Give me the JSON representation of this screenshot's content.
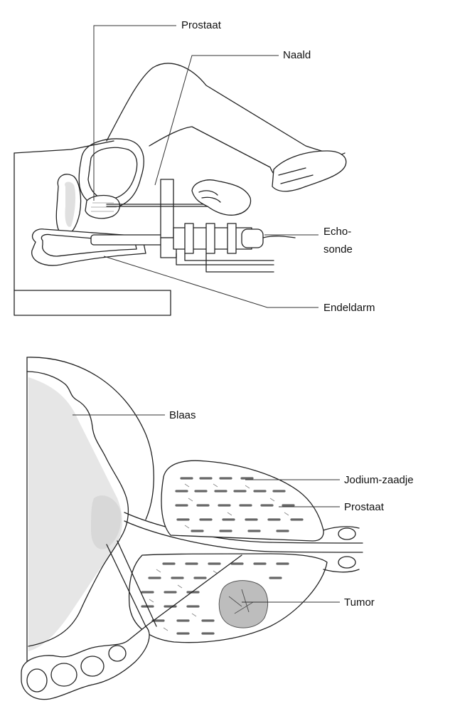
{
  "diagrams": {
    "top": {
      "labels": {
        "prostate": "Prostaat",
        "needle": "Naald",
        "probe_line1": "Echo-",
        "probe_line2": "sonde",
        "rectum": "Endeldarm"
      }
    },
    "bottom": {
      "labels": {
        "bladder": "Blaas",
        "seed": "Jodium-zaadje",
        "prostate": "Prostaat",
        "tumor": "Tumor"
      }
    }
  }
}
